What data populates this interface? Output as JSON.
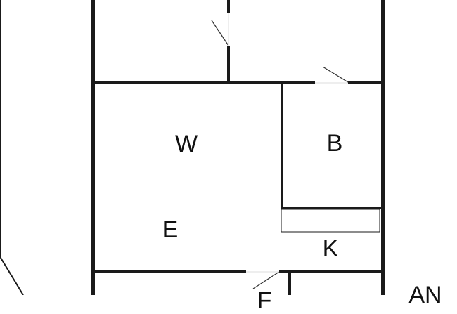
{
  "rooms": [
    {
      "id": "w",
      "label": "W"
    },
    {
      "id": "b",
      "label": "B"
    },
    {
      "id": "e",
      "label": "E"
    },
    {
      "id": "k",
      "label": "K"
    },
    {
      "id": "f",
      "label": "F"
    },
    {
      "id": "an",
      "label": "AN"
    }
  ],
  "colors": {
    "wall": "#1a1a1a",
    "background": "#ffffff"
  }
}
